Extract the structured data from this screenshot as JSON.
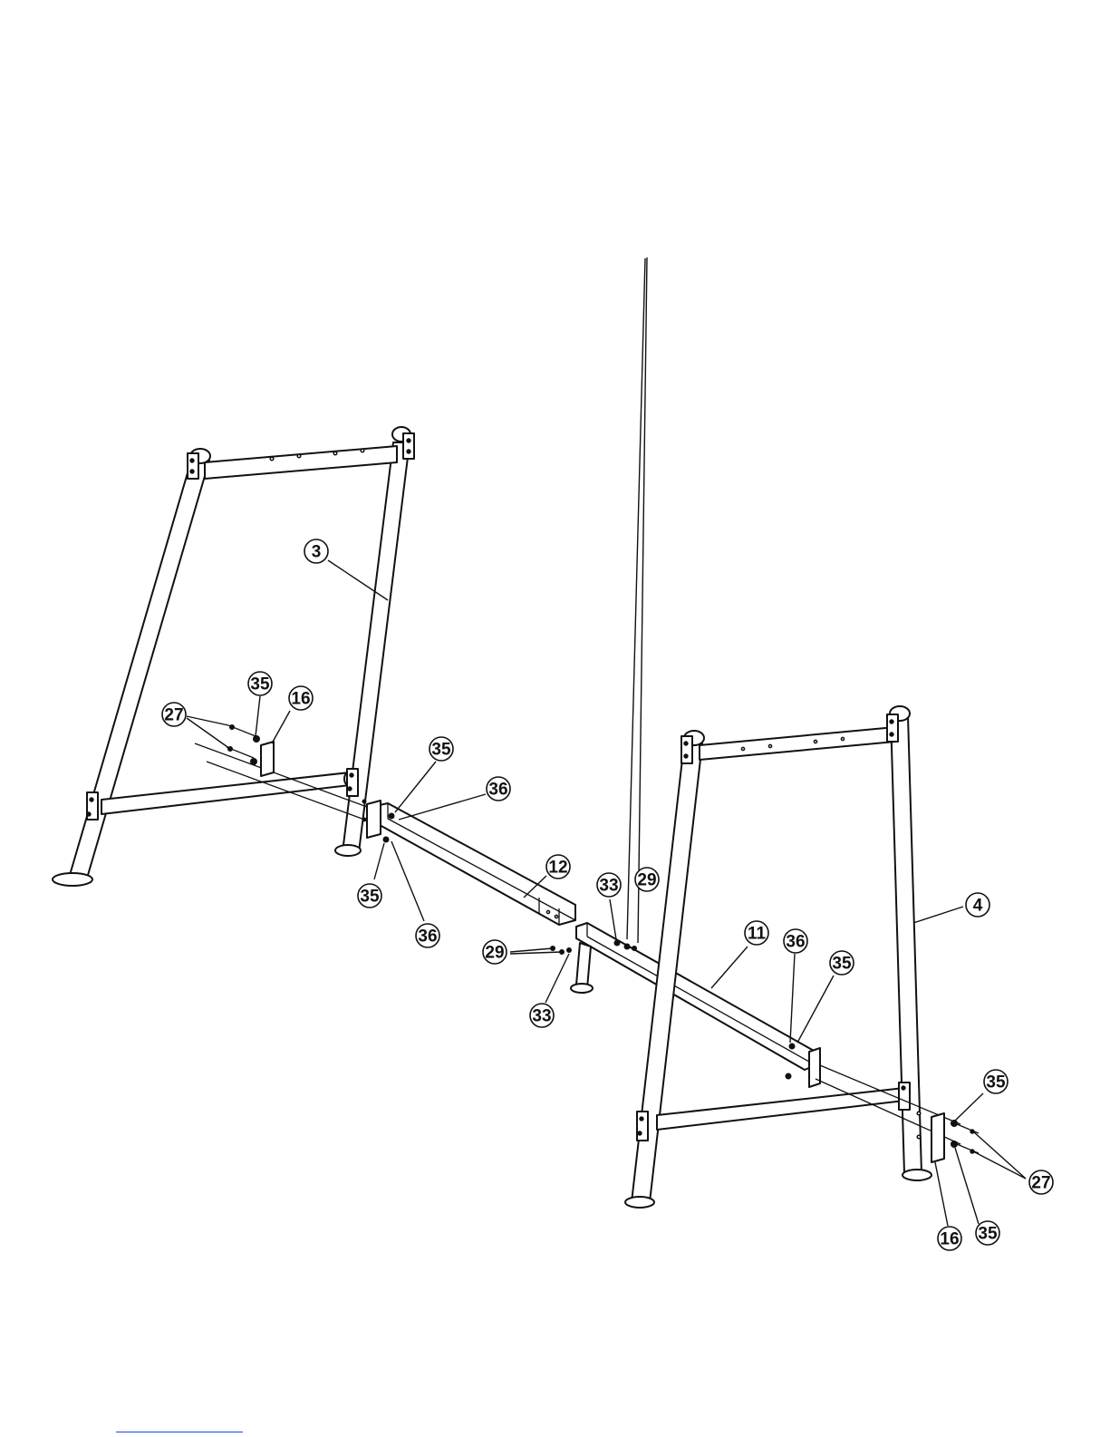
{
  "diagram": {
    "callouts": [
      {
        "id": "c3",
        "label": "3"
      },
      {
        "id": "c35a",
        "label": "35"
      },
      {
        "id": "c16a",
        "label": "16"
      },
      {
        "id": "c27a",
        "label": "27"
      },
      {
        "id": "c35b",
        "label": "35"
      },
      {
        "id": "c36a",
        "label": "36"
      },
      {
        "id": "c12",
        "label": "12"
      },
      {
        "id": "c35c",
        "label": "35"
      },
      {
        "id": "c36b",
        "label": "36"
      },
      {
        "id": "c33a",
        "label": "33"
      },
      {
        "id": "c29a",
        "label": "29"
      },
      {
        "id": "c29b",
        "label": "29"
      },
      {
        "id": "c33b",
        "label": "33"
      },
      {
        "id": "c11",
        "label": "11"
      },
      {
        "id": "c36c",
        "label": "36"
      },
      {
        "id": "c35d",
        "label": "35"
      },
      {
        "id": "c4",
        "label": "4"
      },
      {
        "id": "c35e",
        "label": "35"
      },
      {
        "id": "c27b",
        "label": "27"
      },
      {
        "id": "c16b",
        "label": "16"
      },
      {
        "id": "c35f",
        "label": "35"
      }
    ]
  },
  "colors": {
    "line": "#111111",
    "background": "#ffffff",
    "footer_rule": "#1a4fd6"
  }
}
